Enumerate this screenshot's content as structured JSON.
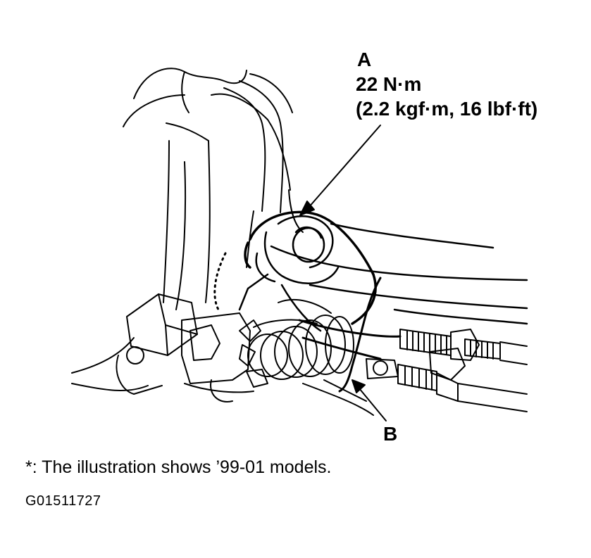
{
  "callouts": {
    "a": {
      "letter": "A",
      "torque": "22 N·m",
      "torque_alt": "(2.2 kgf·m, 16 lbf·ft)"
    },
    "b": {
      "letter": "B"
    }
  },
  "footnote": "*: The illustration shows ’99-01 models.",
  "figure_code": "G01511727",
  "colors": {
    "ink": "#000000",
    "paper": "#ffffff"
  }
}
